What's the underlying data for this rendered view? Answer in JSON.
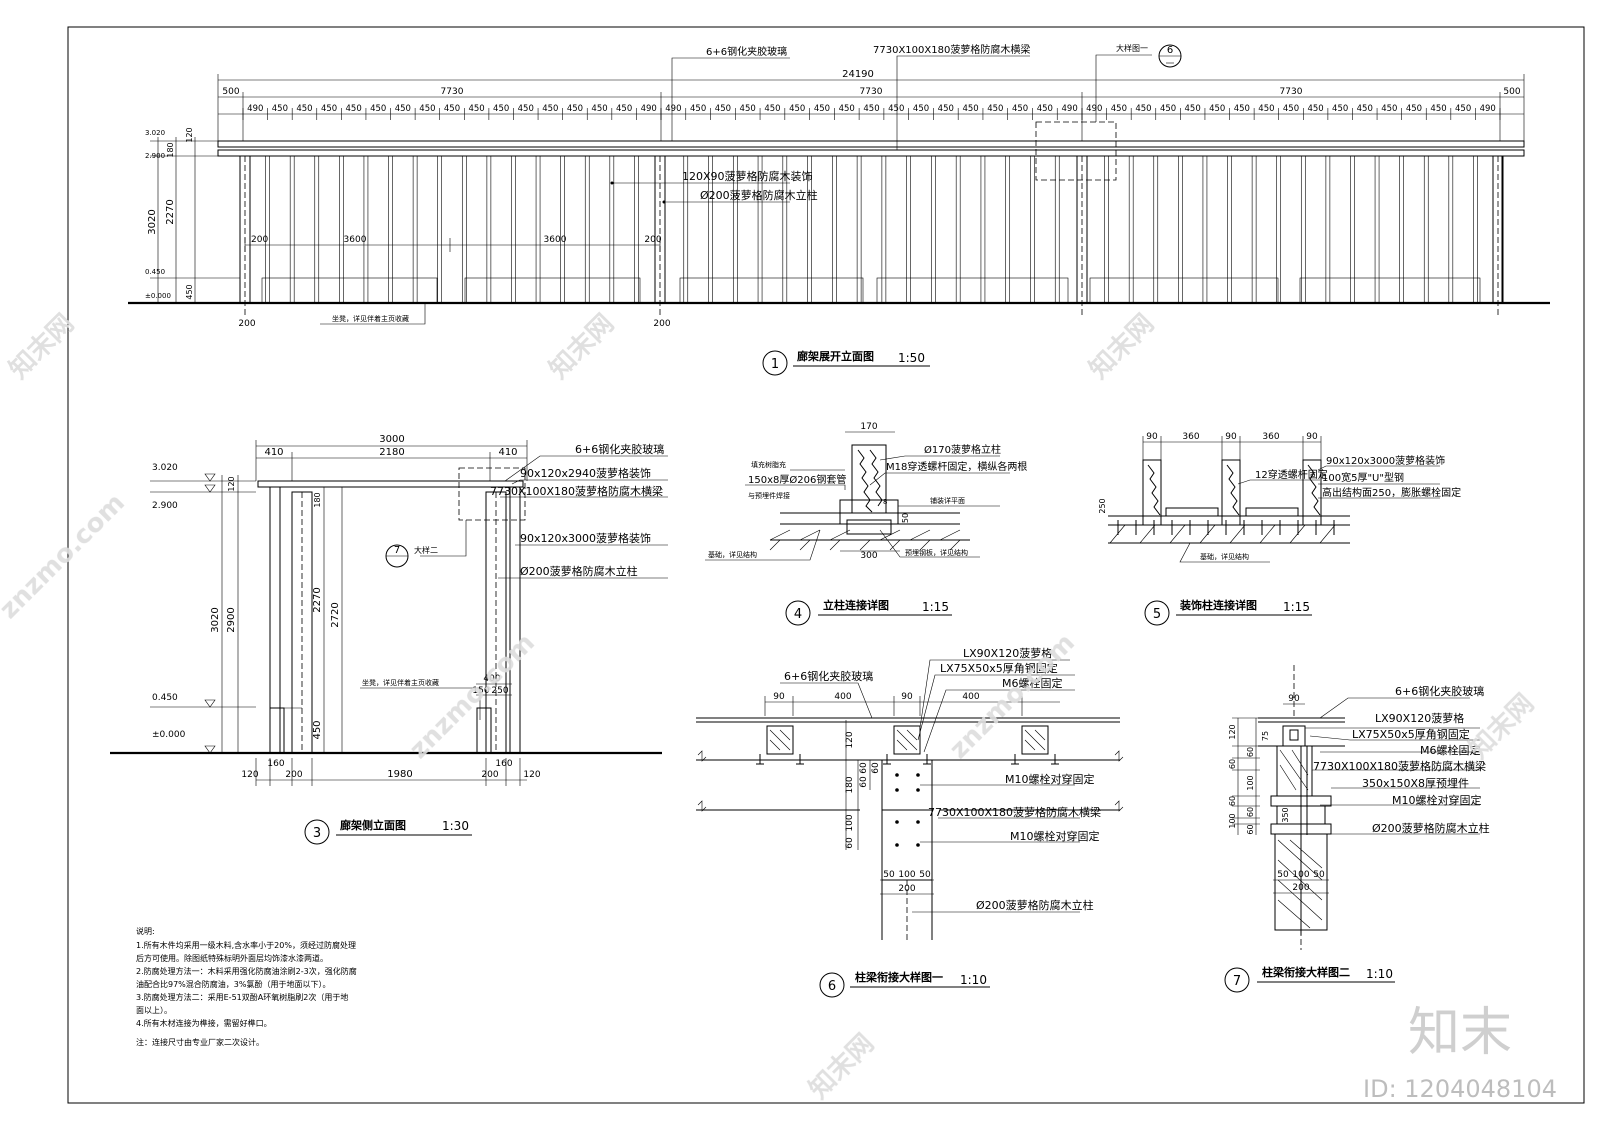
{
  "elevation": {
    "total_dim": "24190",
    "end_dim": "500",
    "bay_dim": "7730",
    "spacing_end": "490",
    "spacing": "450",
    "height_total": "3020",
    "height_col": "2270",
    "height_top": "180",
    "height_cap": "120",
    "height_base": "450",
    "level_top": "3.020",
    "level_mid": "2.900",
    "level_bench": "0.450",
    "level_ground": "±0.000",
    "col_space": "3600",
    "col_offset": "200",
    "glass_label": "6+6钢化夹胶玻璃",
    "beam_label": "7730X100X180菠萝格防腐木横梁",
    "detail_label": "大样图一",
    "detail_num": "6",
    "rafter_label": "120X90菠萝格防腐木装饰",
    "post_label": "Ø200菠萝格防腐木立柱",
    "bench_note": "坐凳，详见伴着主页收藏",
    "title_num": "1",
    "title": "廊架展开立面图",
    "scale": "1:50"
  },
  "side": {
    "width": "3000",
    "w_left": "410",
    "w_mid": "2180",
    "w_right": "410",
    "lv_top": "3.020",
    "lv_beam": "2.900",
    "lv_bench": "0.450",
    "lv_ground": "±0.000",
    "h_total": "3020",
    "h_col": "2900",
    "h_cap": "120",
    "h_180": "180",
    "h_2270": "2270",
    "h_2720": "2720",
    "h_450": "450",
    "b_120": "120",
    "b_160": "160",
    "b_200": "200",
    "b_1980": "1980",
    "bench_400": "400",
    "bench_150": "150",
    "bench_250": "250",
    "lbl_glass": "6+6钢化夹胶玻璃",
    "lbl_1": "90x120x2940菠萝格装饰",
    "lbl_2": "7730X100X180菠萝格防腐木横梁",
    "lbl_3": "90x120x3000菠萝格装饰",
    "lbl_4": "Ø200菠萝格防腐木立柱",
    "bench_note": "坐凳，详见伴着主页收藏",
    "detail_num": "7",
    "detail_label": "大样二",
    "title_num": "3",
    "title": "廊架侧立面图",
    "scale": "1:30"
  },
  "d4": {
    "w_top": "170",
    "w_bot": "300",
    "lbl_post": "Ø170菠萝格立柱",
    "lbl_bolt": "M18穿透螺杆固定，横纵各两根",
    "lbl_plate": "铺装详平面",
    "lbl_fill": "填充树脂充",
    "lbl_pipe": "150x8厚Ø206钢套管",
    "lbl_weld": "与预埋件焊接",
    "lbl_found": "基础，详见结构",
    "lbl_steel": "预埋钢板，详见结构",
    "dim_8": "8",
    "dim_50": "50",
    "title_num": "4",
    "title": "立柱连接详图",
    "scale": "1:15"
  },
  "d5": {
    "dims": [
      "90",
      "360",
      "90",
      "360",
      "90"
    ],
    "lbl_1": "90x120x3000菠萝格装饰",
    "lbl_2": "12穿透螺杆固定",
    "lbl_3": "100宽5厚\"U\"型钢",
    "lbl_4": "高出结构面250，膨胀螺栓固定",
    "lbl_found": "基础，详见结构",
    "dim_h": "250",
    "title_num": "5",
    "title": "装饰柱连接详图",
    "scale": "1:15"
  },
  "d6": {
    "top_dims": [
      "90",
      "400",
      "90",
      "400"
    ],
    "lbl_glass": "6+6钢化夹胶玻璃",
    "lbl_1": "LX90X120菠萝格",
    "lbl_2": "LX75X50x5厚角钢固定",
    "lbl_3": "M6螺栓固定",
    "lbl_4": "M10螺栓对穿固定",
    "lbl_5": "7730X100X180菠萝格防腐木横梁",
    "lbl_6": "M10螺栓对穿固定",
    "lbl_7": "Ø200菠萝格防腐木立柱",
    "v_120": "120",
    "v_60a": "60",
    "v_60b": "60",
    "v_60c": "60",
    "v_180": "180",
    "v_100": "100",
    "v_60d": "60",
    "b_50a": "50",
    "b_100": "100",
    "b_50b": "50",
    "b_200": "200",
    "title_num": "6",
    "title": "柱梁衔接大样图一",
    "scale": "1:10"
  },
  "d7": {
    "top_dim": "90",
    "lbl_glass": "6+6钢化夹胶玻璃",
    "lbl_1": "LX90X120菠萝格",
    "lbl_2": "LX75X50x5厚角钢固定",
    "lbl_3": "M6螺栓固定",
    "lbl_4": "7730X100X180菠萝格防腐木横梁",
    "lbl_5": "350x150X8厚预埋件",
    "lbl_6": "M10螺栓对穿固定",
    "lbl_7": "Ø200菠萝格防腐木立柱",
    "v_labels": [
      "120",
      "60",
      "60",
      "100",
      "60",
      "60",
      "100",
      "60"
    ],
    "v_75": "75",
    "v_350": "350",
    "b_50a": "50",
    "b_100": "100",
    "b_50b": "50",
    "b_200": "200",
    "title_num": "7",
    "title": "柱梁衔接大样图二",
    "scale": "1:10"
  },
  "notes": {
    "heading": "说明:",
    "lines": [
      "1.所有木件均采用一级木料,含水率小于20%，须经过防腐处理",
      "后方可使用。除图纸特殊标明外面层均饰漆水漆两道。",
      "2.防腐处理方法一：木料采用强化防腐油涂刷2-3次，强化防腐",
      "油配合比97%混合防腐油，3%氯酚（用于地面以下）。",
      "3.防腐处理方法二：采用E-51双酚A环氧树脂刷2次（用于地",
      "面以上）。",
      "4.所有木材连接为榫接，需留好榫口。",
      "注：连接尺寸由专业厂家二次设计。"
    ]
  },
  "watermark": {
    "brand": "知末",
    "id": "ID: 1204048104",
    "site": "znzmo.com",
    "cn": "知末网"
  }
}
